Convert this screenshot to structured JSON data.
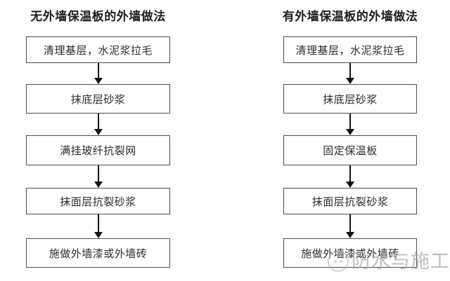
{
  "diagram": {
    "type": "flowchart",
    "flowcharts": [
      {
        "title": "无外墙保温板的外墙做法",
        "steps": [
          "清理基层，水泥浆拉毛",
          "抹底层砂浆",
          "满挂玻纤抗裂网",
          "抹面层抗裂砂浆",
          "施做外墙漆或外墙砖"
        ]
      },
      {
        "title": "有外墙保温板的外墙做法",
        "steps": [
          "清理基层，水泥浆拉毛",
          "抹底层砂浆",
          "固定保温板",
          "抹面层抗裂砂浆",
          "施做外墙漆或外墙砖"
        ]
      }
    ],
    "colors": {
      "background": "#fefefe",
      "box_border": "#4d4d4d",
      "box_fill": "#fefefe",
      "text": "#2b2b2b",
      "arrow": "#131313",
      "watermark": "#aaaaaa"
    }
  },
  "watermark": {
    "text": "防水与施工",
    "logo": "circular-face-logo"
  }
}
